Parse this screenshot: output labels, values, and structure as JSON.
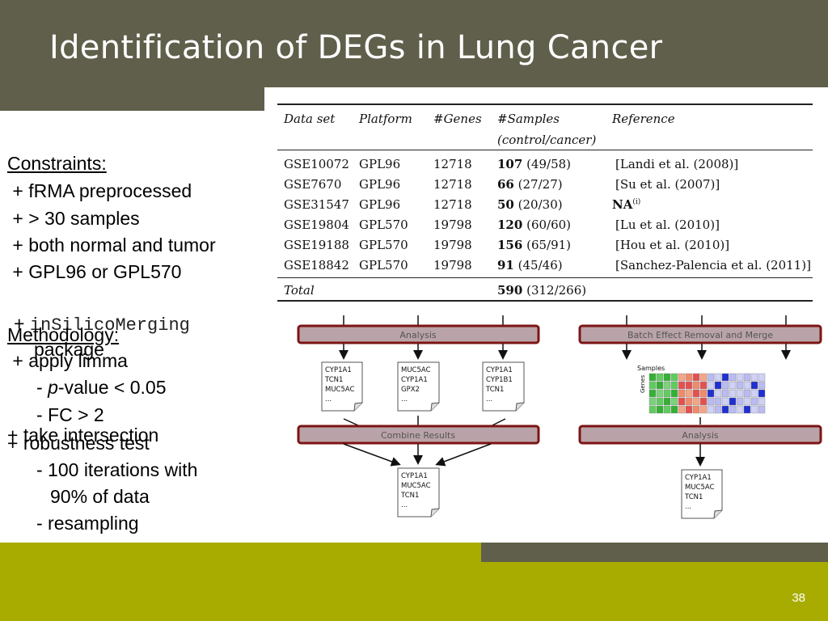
{
  "title": "Identification of DEGs in Lung Cancer",
  "page_number": "38",
  "left": {
    "constraints_heading": "Constraints:",
    "constraints": [
      " + fRMA preprocessed",
      " + > 30 samples",
      " + both normal and tumor",
      " + GPL96 or GPL570"
    ],
    "package_prefix": "+ ",
    "package_name": "inSilicoMerging",
    "package_suffix": "package",
    "methodology_heading": "Methodology:",
    "apply_limma": " + apply limma",
    "pvalue_prefix": "- ",
    "pvalue_p": "p",
    "pvalue_rest": "-value < 0.05",
    "fc": "- FC > 2",
    "take_intersection": "+ take intersection",
    "robustness": "+ robustness test",
    "iterations_1": "- 100 iterations with",
    "iterations_2": "90% of data",
    "resampling": "- resampling"
  },
  "table": {
    "headers": [
      "Data set",
      "Platform",
      "#Genes",
      "#Samples",
      "(control/cancer)",
      "Reference"
    ],
    "rows": [
      {
        "dataset": "GSE10072",
        "platform": "GPL96",
        "genes": "12718",
        "samples": "107",
        "split": "(49/58)",
        "reference": "[Landi et al. (2008)]"
      },
      {
        "dataset": "GSE7670",
        "platform": "GPL96",
        "genes": "12718",
        "samples": "66",
        "split": "(27/27)",
        "reference": "[Su et al. (2007)]"
      },
      {
        "dataset": "GSE31547",
        "platform": "GPL96",
        "genes": "12718",
        "samples": "50",
        "split": "(20/30)",
        "reference": "NA",
        "reference_sup": "(i)"
      },
      {
        "dataset": "GSE19804",
        "platform": "GPL570",
        "genes": "19798",
        "samples": "120",
        "split": "(60/60)",
        "reference": "[Lu et al. (2010)]"
      },
      {
        "dataset": "GSE19188",
        "platform": "GPL570",
        "genes": "19798",
        "samples": "156",
        "split": "(65/91)",
        "reference": "[Hou et al. (2010)]"
      },
      {
        "dataset": "GSE18842",
        "platform": "GPL570",
        "genes": "19798",
        "samples": "91",
        "split": "(45/46)",
        "reference": "[Sanchez-Palencia et al. (2011)]"
      }
    ],
    "total_label": "Total",
    "total_samples": "590",
    "total_split": "(312/266)"
  },
  "diagram": {
    "left_top_box": "Analysis",
    "left_docs": [
      [
        "CYP1A1",
        "TCN1",
        "MUC5AC",
        "..."
      ],
      [
        "MUC5AC",
        "CYP1A1",
        "GPX2",
        "..."
      ],
      [
        "CYP1A1",
        "CYP1B1",
        "TCN1",
        "..."
      ]
    ],
    "left_bottom_box": "Combine Results",
    "left_result_doc": [
      "CYP1A1",
      "MUC5AC",
      "TCN1",
      "..."
    ],
    "right_top_box": "Batch Effect Removal and Merge",
    "heatmap_samples_label": "Samples",
    "heatmap_genes_label": "Genes",
    "right_bottom_box": "Analysis",
    "right_result_doc": [
      "CYP1A1",
      "MUC5AC",
      "TCN1",
      "..."
    ]
  },
  "colors": {
    "title_bar": "#5f5f4b",
    "bottom_band": "#a8ac00",
    "box_fill": "#b9a3a8",
    "box_border": "#7d1414"
  }
}
